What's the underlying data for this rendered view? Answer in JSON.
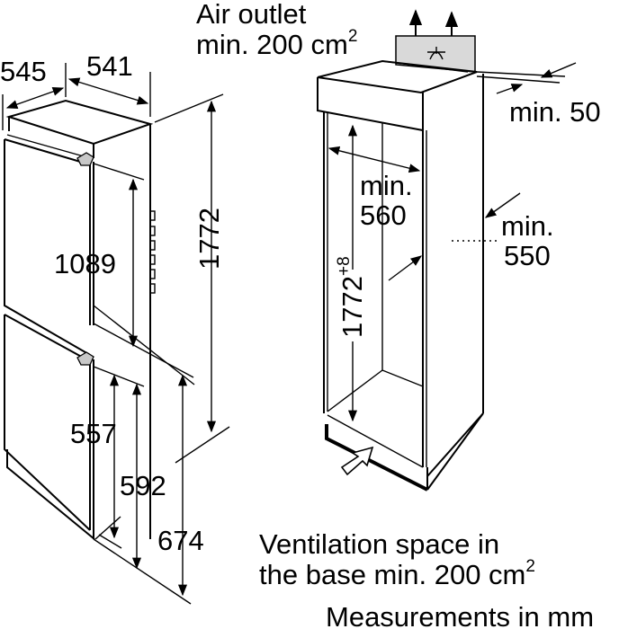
{
  "air_outlet": {
    "line1": "Air outlet",
    "line2": "min. 200 cm",
    "sup": "2"
  },
  "appliance": {
    "depth_545": "545",
    "width_541": "541",
    "height_1772": "1772",
    "upper_1089": "1089",
    "lower_557": "557",
    "lower_592": "592",
    "lower_674": "674"
  },
  "niche": {
    "top_gap": "min. 50",
    "width_label": "min.",
    "width_value": "560",
    "depth_label": "min.",
    "depth_value": "550",
    "height_value": "1772",
    "height_tolerance": "+8"
  },
  "ventilation": {
    "line1": "Ventilation space in",
    "line2": "the base min. 200 cm",
    "sup": "2"
  },
  "footer": "Measurements in mm",
  "colors": {
    "line": "#000000",
    "vent_fill": "#d9d9d9"
  }
}
